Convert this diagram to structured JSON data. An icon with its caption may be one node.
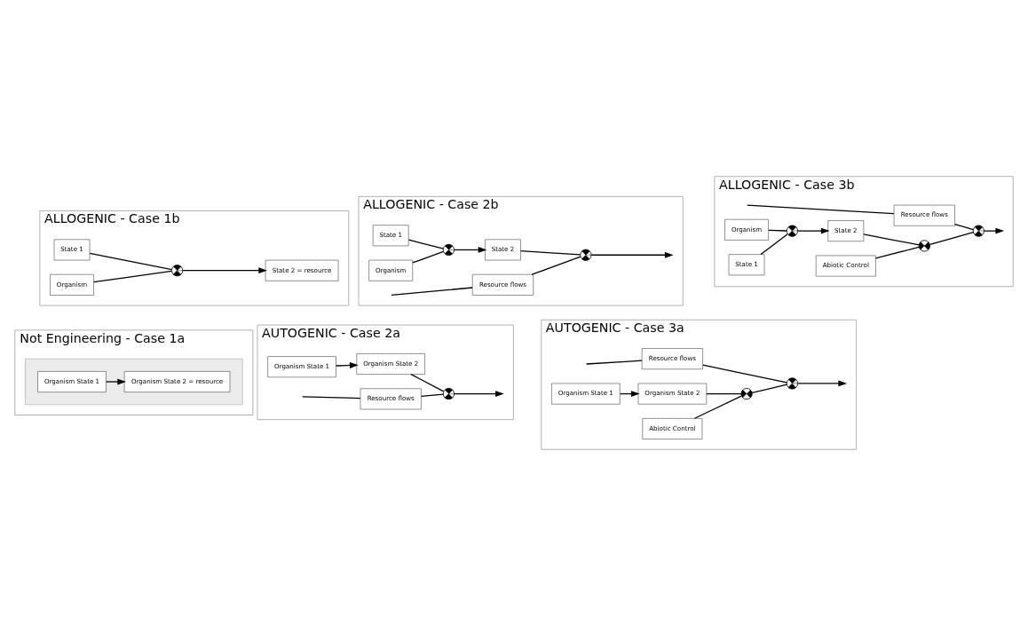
{
  "diagram": {
    "nodes": [
      {
        "text": [
          "Not Engineering - Case 1a"
        ]
      },
      {
        "text": [],
        "shape": "box",
        "in": 0
      },
      {
        "text": [
          "Organism State 1"
        ],
        "in": 1
      },
      {
        "text": [
          "Organism State 2 = resource"
        ],
        "in": 1
      },
      {
        "text": [
          "AUTOGENIC - Case 2a"
        ]
      },
      {
        "text": [
          "Resource flows"
        ],
        "in": 4
      },
      {
        "text": [
          "Organism State 1"
        ],
        "in": 4
      },
      {
        "text": [
          "Organism State 2"
        ],
        "in": 4
      },
      {
        "text": [],
        "shape": "circle",
        "in": 4
      },
      {
        "text": [
          "AUTOGENIC - Case 3a"
        ]
      },
      {
        "text": [
          "Resource flows"
        ],
        "in": 9
      },
      {
        "text": [
          "Organism State 1"
        ],
        "in": 9
      },
      {
        "text": [
          "Organism State 2"
        ],
        "in": 9
      },
      {
        "text": [],
        "shape": "circle",
        "in": 9
      },
      {
        "text": [],
        "shape": "circle",
        "in": 9
      },
      {
        "text": [
          "Abiotic Control"
        ],
        "in": 9
      },
      {
        "text": [
          "ALLOGENIC - Case 1b"
        ]
      },
      {
        "text": [
          "State 1"
        ],
        "in": 16
      },
      {
        "text": [],
        "shape": "circle",
        "in": 16
      },
      {
        "text": [
          "State 2 = resource"
        ],
        "in": 16
      },
      {
        "text": [
          "Organism"
        ],
        "in": 16
      },
      {
        "text": [
          "ALLOGENIC - Case 2b"
        ]
      },
      {
        "text": [
          "Resource flows"
        ],
        "in": 21
      },
      {
        "text": [
          "State 1"
        ],
        "in": 21
      },
      {
        "text": [],
        "shape": "circle",
        "in": 21
      },
      {
        "text": [
          "State 2"
        ],
        "in": 21
      },
      {
        "text": [],
        "shape": "circle",
        "in": 21
      },
      {
        "text": [
          "Organism"
        ],
        "in": 21
      },
      {
        "text": [
          "ALLOGENIC - Case 3b"
        ]
      },
      {
        "text": [
          "Resource flows"
        ],
        "in": 28
      },
      {
        "text": [
          "State 1"
        ],
        "in": 28
      },
      {
        "text": [],
        "shape": "circle",
        "in": 28
      },
      {
        "text": [
          "State 2"
        ],
        "in": 28
      },
      {
        "text": [],
        "shape": "circle",
        "in": 28
      },
      {
        "text": [],
        "shape": "circle",
        "in": 28
      },
      {
        "text": [
          "Organism"
        ],
        "in": 28
      },
      {
        "text": [
          "Abiotic Control"
        ],
        "in": 28
      }
    ],
    "edges": [
      {
        "from": 2,
        "to": 3,
        "arrow": "to"
      },
      {
        "from": null,
        "to": 5,
        "arrow": "none"
      },
      {
        "from": 5,
        "to": 8,
        "arrow": "none"
      },
      {
        "from": 6,
        "to": 7,
        "arrow": "to"
      },
      {
        "from": 7,
        "to": 8,
        "arrow": "none"
      },
      {
        "from": 8,
        "to": null,
        "arrow": "to"
      },
      {
        "from": null,
        "to": 10,
        "arrow": "none"
      },
      {
        "from": 10,
        "to": 13,
        "arrow": "none"
      },
      {
        "from": 11,
        "to": 12,
        "arrow": "to"
      },
      {
        "from": 12,
        "to": 14,
        "arrow": "none"
      },
      {
        "from": 15,
        "to": 14,
        "arrow": "none"
      },
      {
        "from": 14,
        "to": 13,
        "arrow": "none"
      },
      {
        "from": 13,
        "to": null,
        "arrow": "to"
      },
      {
        "from": 17,
        "to": 18,
        "arrow": "none"
      },
      {
        "from": 20,
        "to": 18,
        "arrow": "none"
      },
      {
        "from": 18,
        "to": 19,
        "arrow": "to"
      },
      {
        "from": null,
        "to": 22,
        "arrow": "none"
      },
      {
        "from": 22,
        "to": 26,
        "arrow": "none"
      },
      {
        "from": 23,
        "to": 24,
        "arrow": "none"
      },
      {
        "from": 27,
        "to": 24,
        "arrow": "none"
      },
      {
        "from": 24,
        "to": 25,
        "arrow": "to"
      },
      {
        "from": 25,
        "to": 26,
        "arrow": "none"
      },
      {
        "from": 26,
        "to": null,
        "arrow": "to"
      },
      {
        "from": null,
        "to": 29,
        "arrow": "none"
      },
      {
        "from": 29,
        "to": 33,
        "arrow": "none"
      },
      {
        "from": 30,
        "to": 31,
        "arrow": "none"
      },
      {
        "from": 35,
        "to": 31,
        "arrow": "none"
      },
      {
        "from": 31,
        "to": 32,
        "arrow": "to"
      },
      {
        "from": 32,
        "to": 34,
        "arrow": "none"
      },
      {
        "from": 36,
        "to": 34,
        "arrow": "none"
      },
      {
        "from": 34,
        "to": 33,
        "arrow": "none"
      },
      {
        "from": 33,
        "to": null,
        "arrow": "to"
      }
    ]
  }
}
